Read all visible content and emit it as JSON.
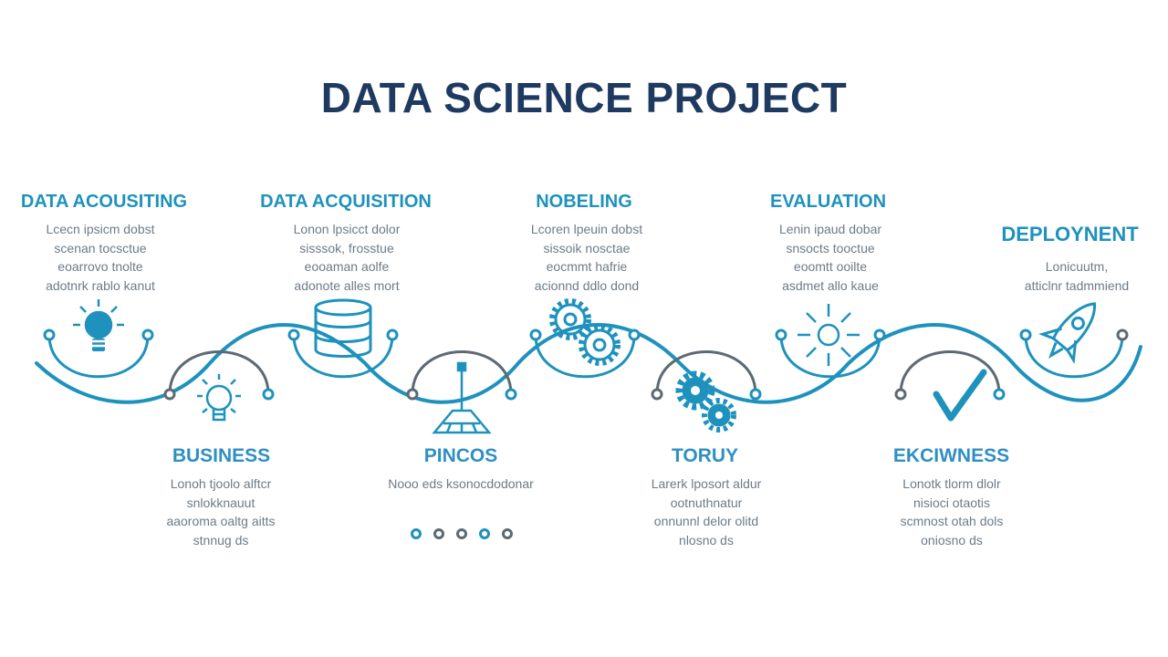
{
  "title": "DATA SCIENCE PROJECT",
  "colors": {
    "primary": "#1e92bd",
    "dark": "#1f3a60",
    "gray": "#5e6a73",
    "text": "#6e7b86"
  },
  "top_steps": [
    {
      "title": "DATA ACOUSITING",
      "icon": "lightbulb-icon",
      "lines": [
        "Lcecn ipsicm dobst",
        "scenan tocsctue",
        "eoarrovo tnolte",
        "adotnrk rablo kanut"
      ]
    },
    {
      "title": "DATA ACQUISITION",
      "icon": "database-icon",
      "lines": [
        "Lonon lpsicct dolor",
        "sisssok, frosstue",
        "eooaman aolfe",
        "adonote alles mort"
      ]
    },
    {
      "title": "NOBELING",
      "icon": "gears-icon",
      "lines": [
        "Lcoren lpeuin dobst",
        "sissoik nosctae",
        "eocmmt hafrie",
        "acionnd ddlo dond"
      ]
    },
    {
      "title": "EVALUATION",
      "icon": "sun-icon",
      "lines": [
        "Lenin ipaud dobar",
        "snsocts tooctue",
        "eoomtt ooilte",
        "asdmet allo kaue"
      ]
    },
    {
      "title": "DEPLOYNENT",
      "icon": "rocket-icon",
      "lines": [
        "Lonicuutm,",
        "atticlnr tadmmiend"
      ]
    }
  ],
  "bottom_steps": [
    {
      "title": "BUSINESS",
      "icon": "idea-bulb-icon",
      "lines": [
        "Lonoh tjoolo alftcr",
        "snlokknauut",
        "aaoroma oaltg aitts",
        "stnnug ds"
      ]
    },
    {
      "title": "PINCOS",
      "icon": "broom-icon",
      "lines": [
        "Nooo eds ksonocdodonar"
      ]
    },
    {
      "title": "TORUY",
      "icon": "cog-pair-icon",
      "lines": [
        "Larerk lposort aldur",
        "ootnuthnatur",
        "onnunnl delor olitd",
        "nlosno ds"
      ]
    },
    {
      "title": "EKCIWNESS",
      "icon": "checkmark-icon",
      "lines": [
        "Lonotk tlorm dlolr",
        "nisioci otaotis",
        "scmnost otah dols",
        "oniosno ds"
      ]
    }
  ]
}
